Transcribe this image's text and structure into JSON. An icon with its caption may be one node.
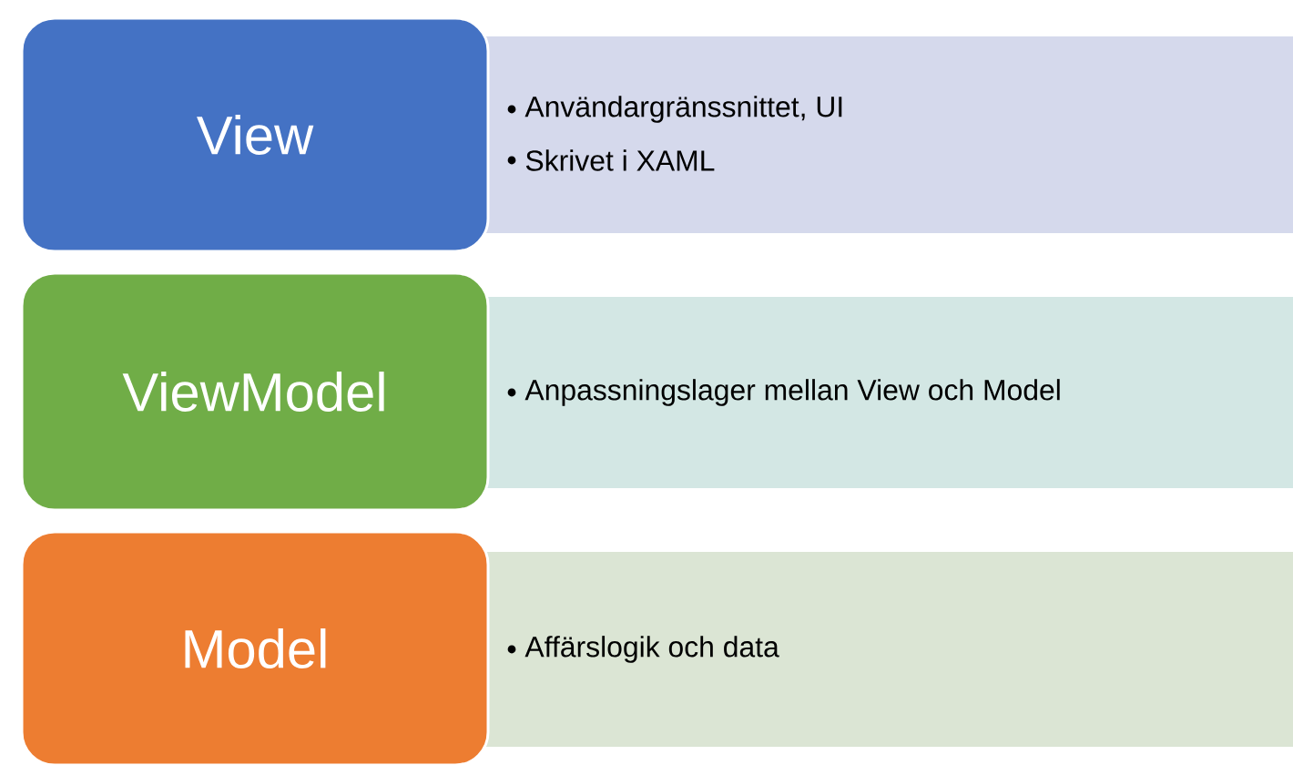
{
  "diagram": {
    "nodes": [
      {
        "text": [
          "View"
        ]
      },
      {
        "text": [
          "Användargränssnittet, UI",
          "Skrivet i XAML"
        ]
      },
      {
        "text": [
          "ViewModel"
        ]
      },
      {
        "text": [
          "Anpassningslager mellan View och Model"
        ]
      },
      {
        "text": [
          "Model"
        ]
      },
      {
        "text": [
          "Affärslogik och data"
        ]
      }
    ]
  }
}
